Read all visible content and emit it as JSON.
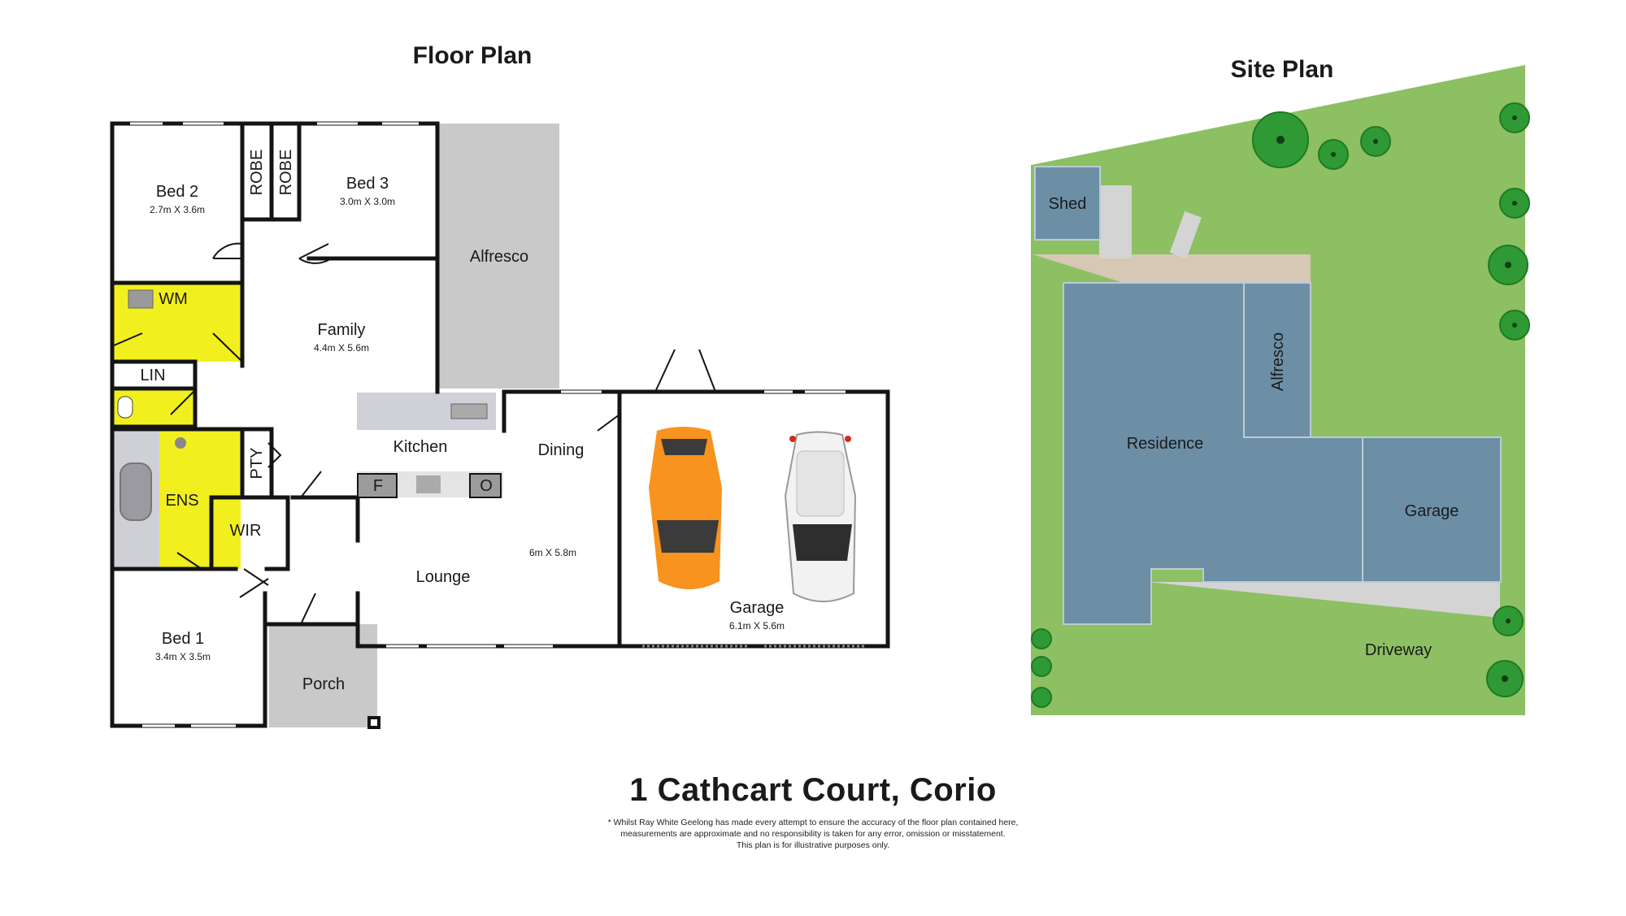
{
  "floor_plan": {
    "title": "Floor Plan",
    "rooms": {
      "bed2": {
        "name": "Bed 2",
        "dim": "2.7m X 3.6m"
      },
      "bed3": {
        "name": "Bed 3",
        "dim": "3.0m X 3.0m"
      },
      "robe": "ROBE",
      "alfresco": "Alfresco",
      "wm": "WM",
      "lin": "LIN",
      "family": {
        "name": "Family",
        "dim": "4.4m X 5.6m"
      },
      "kitchen": "Kitchen",
      "dining": "Dining",
      "pty": "PTY",
      "ens": "ENS",
      "wir": "WIR",
      "fridge": "F",
      "oven": "O",
      "lounge": {
        "name": "Lounge",
        "dim": "6m X 5.8m"
      },
      "bed1": {
        "name": "Bed 1",
        "dim": "3.4m X 3.5m"
      },
      "porch": "Porch",
      "garage": {
        "name": "Garage",
        "dim": "6.1m X 5.6m"
      }
    }
  },
  "site_plan": {
    "title": "Site Plan",
    "areas": {
      "shed": "Shed",
      "residence": "Residence",
      "alfresco": "Alfresco",
      "garage": "Garage",
      "driveway": "Driveway"
    }
  },
  "footer": {
    "address": "1 Cathcart Court, Corio",
    "disclaimer_lines": [
      "* Whilst Ray White Geelong has made every attempt to ensure the accuracy of the floor plan contained here,",
      "measurements are approximate and no responsibility is taken for any error, omission or misstatement.",
      "This plan is for illustrative purposes only."
    ]
  },
  "colors": {
    "wall": "#141414",
    "wet_area": "#f2ef1e",
    "bath_grey": "#cfcfd6",
    "outdoor_grey": "#c9c9c9",
    "grass": "#8cc063",
    "paving": "#d6c8b4",
    "building_blue": "#6d8fa6",
    "driveway": "#d4d4d4",
    "tree": "#2f9a35",
    "car_orange": "#f7931e"
  }
}
